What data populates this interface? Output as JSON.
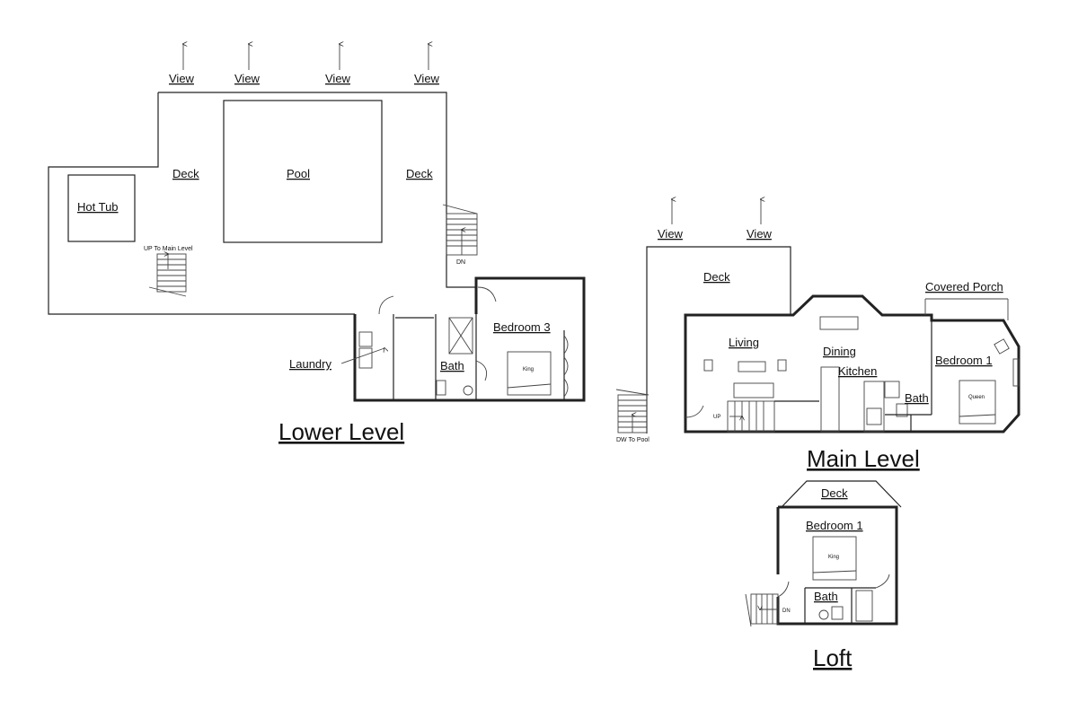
{
  "lower": {
    "title": "Lower Level",
    "view": "View",
    "deck_left": "Deck",
    "deck_right": "Deck",
    "pool": "Pool",
    "hot_tub": "Hot Tub",
    "up_main": "UP To Main Level",
    "dn": "DN",
    "laundry": "Laundry",
    "bath": "Bath",
    "bedroom3": "Bedroom 3",
    "king": "King"
  },
  "main": {
    "title": "Main Level",
    "view": "View",
    "deck": "Deck",
    "covered_porch": "Covered Porch",
    "living": "Living",
    "dining": "Dining",
    "kitchen": "Kitchen",
    "bath": "Bath",
    "bedroom1": "Bedroom 1",
    "queen": "Queen",
    "up": "UP",
    "dw_pool": "DW To Pool"
  },
  "loft": {
    "title": "Loft",
    "deck": "Deck",
    "bedroom1": "Bedroom 1",
    "king": "King",
    "bath": "Bath",
    "dn": "DN"
  }
}
